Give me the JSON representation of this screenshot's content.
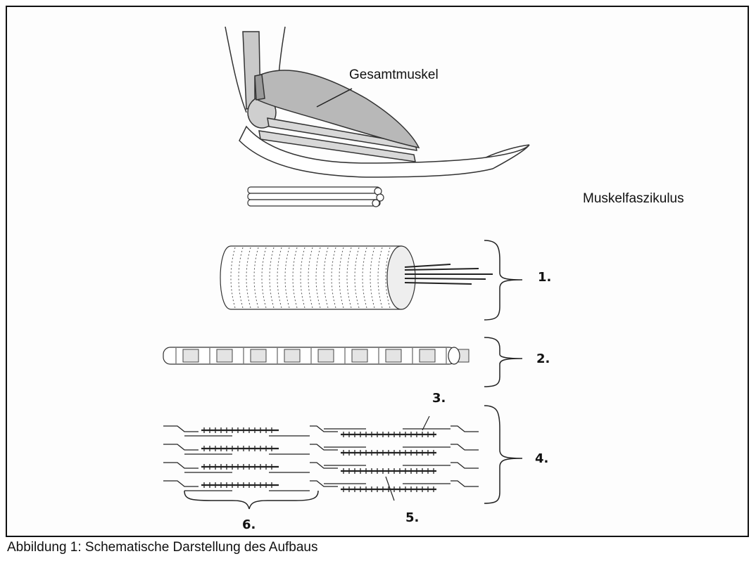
{
  "labels": {
    "whole_muscle": "Gesamtmuskel",
    "fascicle": "Muskelfaszikulus"
  },
  "numbers": [
    "1.",
    "2.",
    "3.",
    "4.",
    "5.",
    "6."
  ],
  "caption": "Abbildung 1: Schematische Darstellung des Aufbaus",
  "colors": {
    "line": "#222222",
    "muscle": "#b8b8b8",
    "bone": "#d8d8d8"
  }
}
